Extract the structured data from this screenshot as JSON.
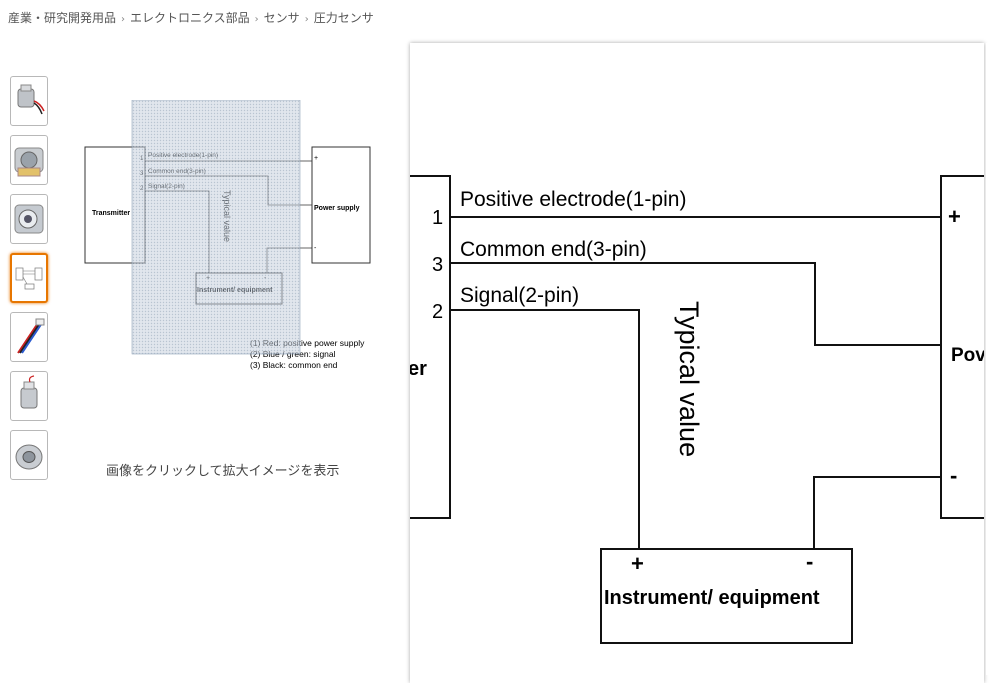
{
  "breadcrumb": {
    "items": [
      "産業・研究開発用品",
      "エレクトロニクス部品",
      "センサ",
      "圧力センサ"
    ],
    "separator": "›"
  },
  "thumbnails": [
    {
      "icon": "sensor-with-wires-icon",
      "selected": false
    },
    {
      "icon": "sensor-cutaway-icon",
      "selected": false
    },
    {
      "icon": "sensor-cutaway-icon",
      "selected": false
    },
    {
      "icon": "wiring-diagram-icon",
      "selected": true
    },
    {
      "icon": "cable-icon",
      "selected": false
    },
    {
      "icon": "sensor-side-icon",
      "selected": false
    },
    {
      "icon": "sensor-thread-icon",
      "selected": false
    }
  ],
  "diagram": {
    "transmitter": "Transmitter",
    "power_supply": "Power supply",
    "instrument": "Instrument/ equipment",
    "typical_value": "Typical value",
    "wire1": "Positive electrode(1-pin)",
    "wire3": "Common end(3-pin)",
    "wire2": "Signal(2-pin)",
    "pin1": "1",
    "pin3": "3",
    "pin2": "2",
    "plus": "+",
    "minus": "-",
    "legend": [
      "(1) Red: positive power supply",
      "(2) Blue / green: signal",
      "(3) Black: common end"
    ]
  },
  "zoom": {
    "transmitter_fragment": "er",
    "power_fragment": "Pov"
  },
  "hint": "画像をクリックして拡大イメージを表示",
  "colors": {
    "selected_border": "#e77600",
    "lens_overlay": "#9fb2c8"
  }
}
